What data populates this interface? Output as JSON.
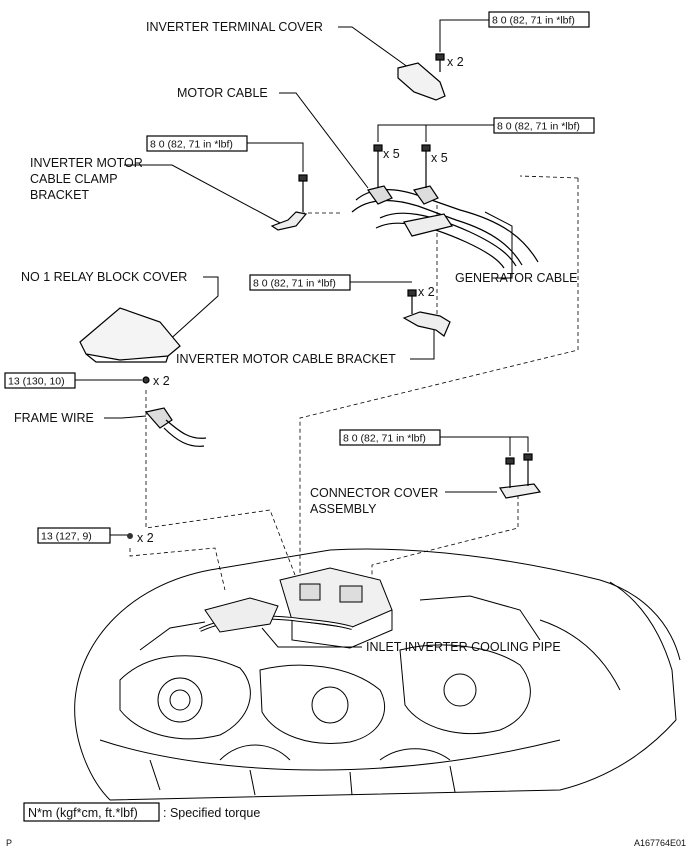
{
  "labels": {
    "inverter_terminal_cover": "INVERTER TERMINAL COVER",
    "motor_cable": "MOTOR CABLE",
    "inverter_motor_cable_clamp_bracket_1": "INVERTER MOTOR",
    "inverter_motor_cable_clamp_bracket_2": "CABLE CLAMP",
    "inverter_motor_cable_clamp_bracket_3": "BRACKET",
    "generator_cable": "GENERATOR CABLE",
    "no1_relay_block_cover": "NO 1 RELAY BLOCK COVER",
    "inverter_motor_cable_bracket": "INVERTER MOTOR CABLE BRACKET",
    "frame_wire": "FRAME WIRE",
    "connector_cover_assembly_1": "CONNECTOR COVER",
    "connector_cover_assembly_2": "ASSEMBLY",
    "inlet_inverter_cooling_pipe": "INLET INVERTER COOLING PIPE"
  },
  "torques": {
    "t1": "8 0 (82, 71 in *lbf)",
    "t2": "8 0 (82, 71 in *lbf)",
    "t3": "8 0 (82, 71 in *lbf)",
    "t4": "8 0 (82, 71 in *lbf)",
    "t5": "13 (130, 10)",
    "t6": "8 0 (82, 71 in *lbf)",
    "t7": "13 (127, 9)"
  },
  "quantities": {
    "q1": "x 2",
    "q2a": "x 5",
    "q2b": "x 5",
    "q4": "x 2",
    "q5": "x 2",
    "q7": "x 2"
  },
  "legend": {
    "box": "N*m (kgf*cm, ft.*lbf)",
    "text": ": Specified torque"
  },
  "footer": {
    "left": "P",
    "right": "A167764E01"
  }
}
